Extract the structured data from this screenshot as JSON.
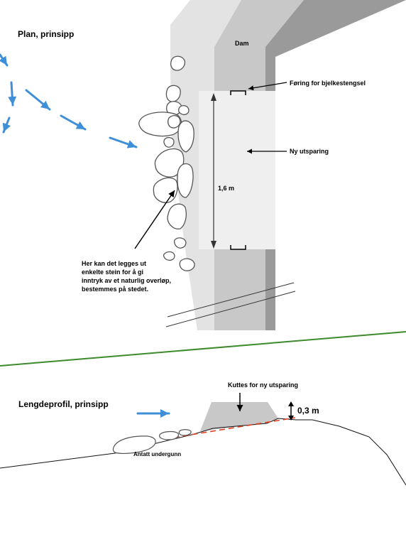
{
  "plan": {
    "title": "Plan, prinsipp",
    "dam_label": "Dam",
    "bjelke_label": "Føring for bjelkestengsel",
    "utsparing_label": "Ny utsparing",
    "width_label": "1,6 m",
    "stone_note": [
      "Her kan det legges ut",
      "enkelte stein for å gi",
      "inntryk av et naturlig overløp,",
      "bestemmes på stedet."
    ]
  },
  "profile": {
    "title": "Lengdeprofil, prinsipp",
    "cut_label": "Kuttes for ny utsparing",
    "height_label": "0,3 m",
    "ground_label": "Antatt undergunn"
  },
  "colors": {
    "flow_arrow": "#3f8fd8",
    "divider": "#3d8b2c",
    "cut_line": "#e04020",
    "dam_light": "#e3e3e3",
    "dam_mid": "#c8c8c8",
    "dam_dark": "#9a9a9a",
    "notch": "#efefef"
  }
}
